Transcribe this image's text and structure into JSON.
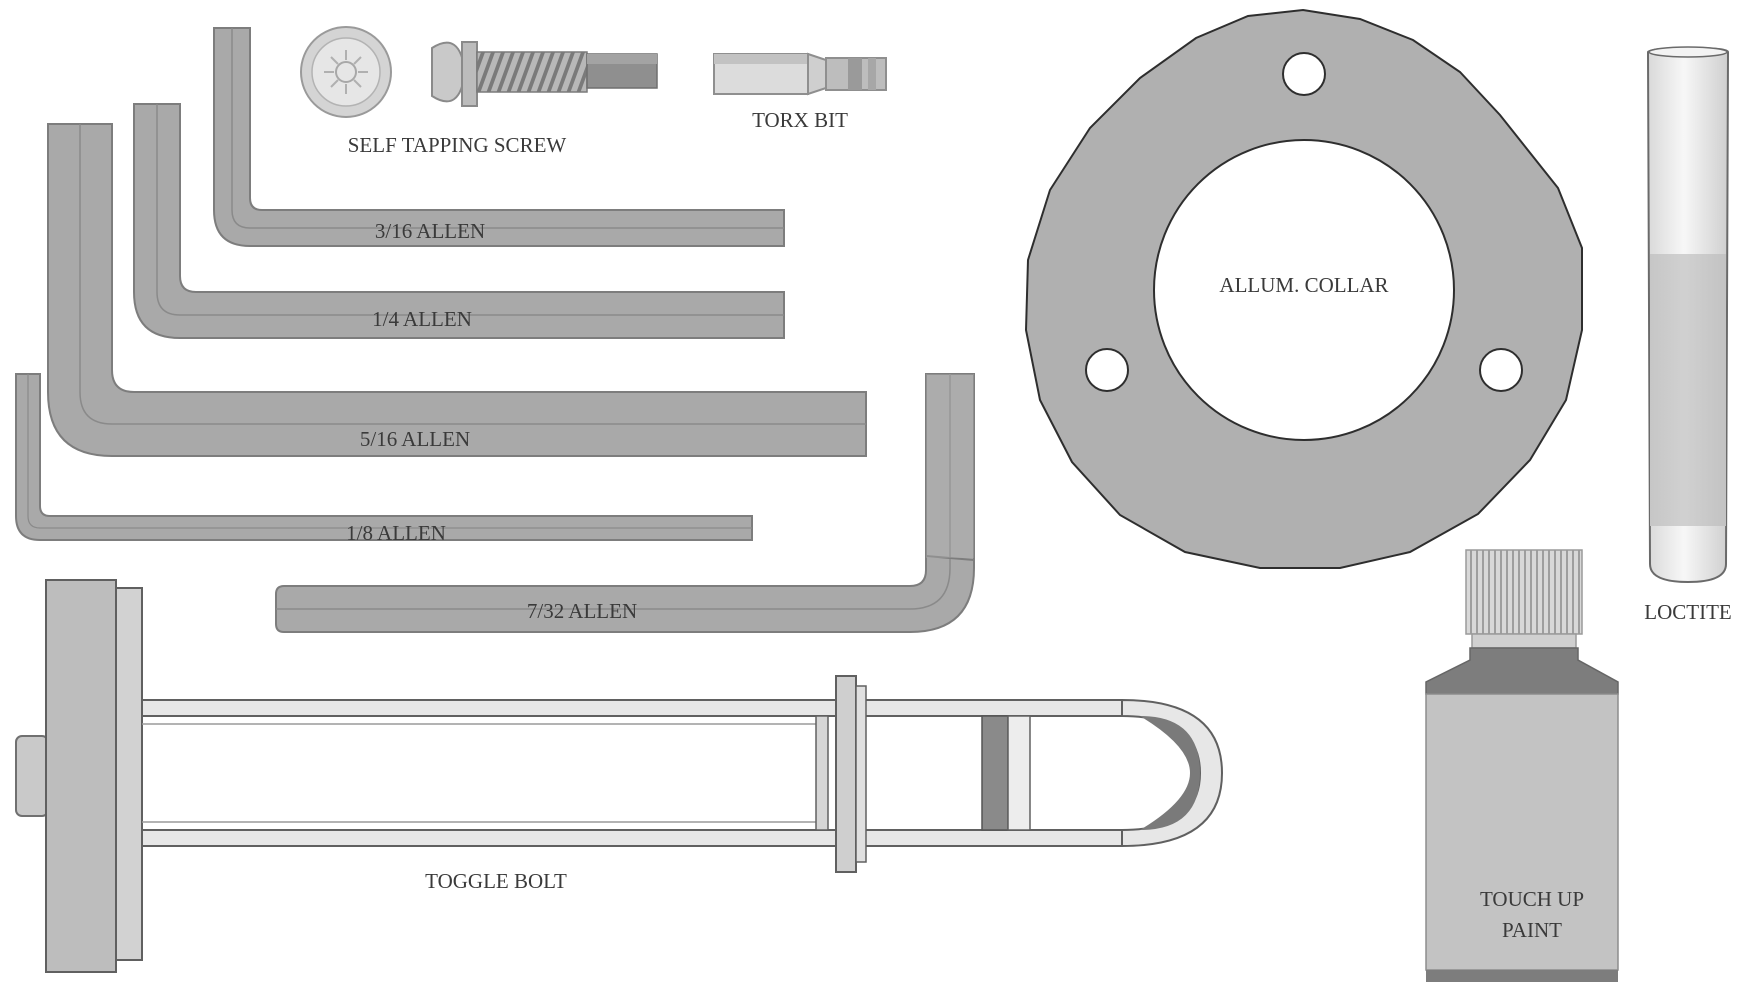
{
  "colors": {
    "part_fill": "#a9a9a9",
    "part_dark": "#7d7d7d",
    "part_light": "#d6d6d6",
    "outline": "#555555",
    "background": "#ffffff"
  },
  "labels": {
    "self_tapping_screw": "SELF TAPPING SCREW",
    "torx_bit": "TORX BIT",
    "allen_3_16": "3/16 ALLEN",
    "allen_1_4": "1/4 ALLEN",
    "allen_5_16": "5/16 ALLEN",
    "allen_1_8": "1/8 ALLEN",
    "allen_7_32": "7/32 ALLEN",
    "allum_collar": "ALLUM. COLLAR",
    "loctite": "LOCTITE",
    "toggle_bolt": "TOGGLE BOLT",
    "touch_up_paint_line1": "TOUCH UP",
    "touch_up_paint_line2": "PAINT"
  }
}
